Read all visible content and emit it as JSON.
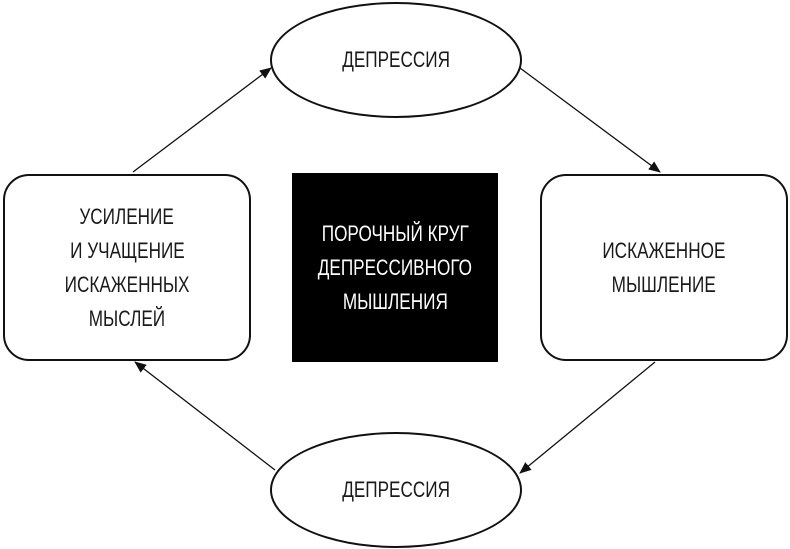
{
  "diagram": {
    "type": "cycle",
    "center": {
      "lines": [
        "ПОРОЧНЫЙ КРУГ",
        "ДЕПРЕССИВНОГО",
        "МЫШЛЕНИЯ"
      ],
      "background": "#000000",
      "text_color": "#ffffff"
    },
    "nodes": {
      "top": {
        "shape": "ellipse",
        "lines": [
          "ДЕПРЕССИЯ"
        ]
      },
      "right": {
        "shape": "rounded-rect",
        "lines": [
          "ИСКАЖЕННОЕ",
          "МЫШЛЕНИЕ"
        ]
      },
      "bottom": {
        "shape": "ellipse",
        "lines": [
          "ДЕПРЕССИЯ"
        ]
      },
      "left": {
        "shape": "rounded-rect",
        "lines": [
          "УСИЛЕНИЕ",
          "И УЧАЩЕНИЕ",
          "ИСКАЖЕННЫХ",
          "МЫСЛЕЙ"
        ]
      }
    },
    "edges": [
      {
        "from": "top",
        "to": "right"
      },
      {
        "from": "right",
        "to": "bottom"
      },
      {
        "from": "bottom",
        "to": "left"
      },
      {
        "from": "left",
        "to": "top"
      }
    ]
  }
}
